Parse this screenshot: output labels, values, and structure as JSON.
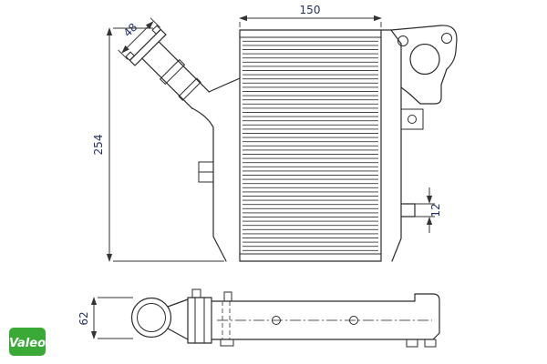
{
  "drawing": {
    "views": {
      "front": {
        "dim_width": "150",
        "dim_height": "254",
        "dim_inlet": "48",
        "dim_outlet": "12"
      },
      "bottom": {
        "dim_depth": "62"
      }
    },
    "brand": {
      "name": "Valeo",
      "color": "#3aa935"
    }
  }
}
